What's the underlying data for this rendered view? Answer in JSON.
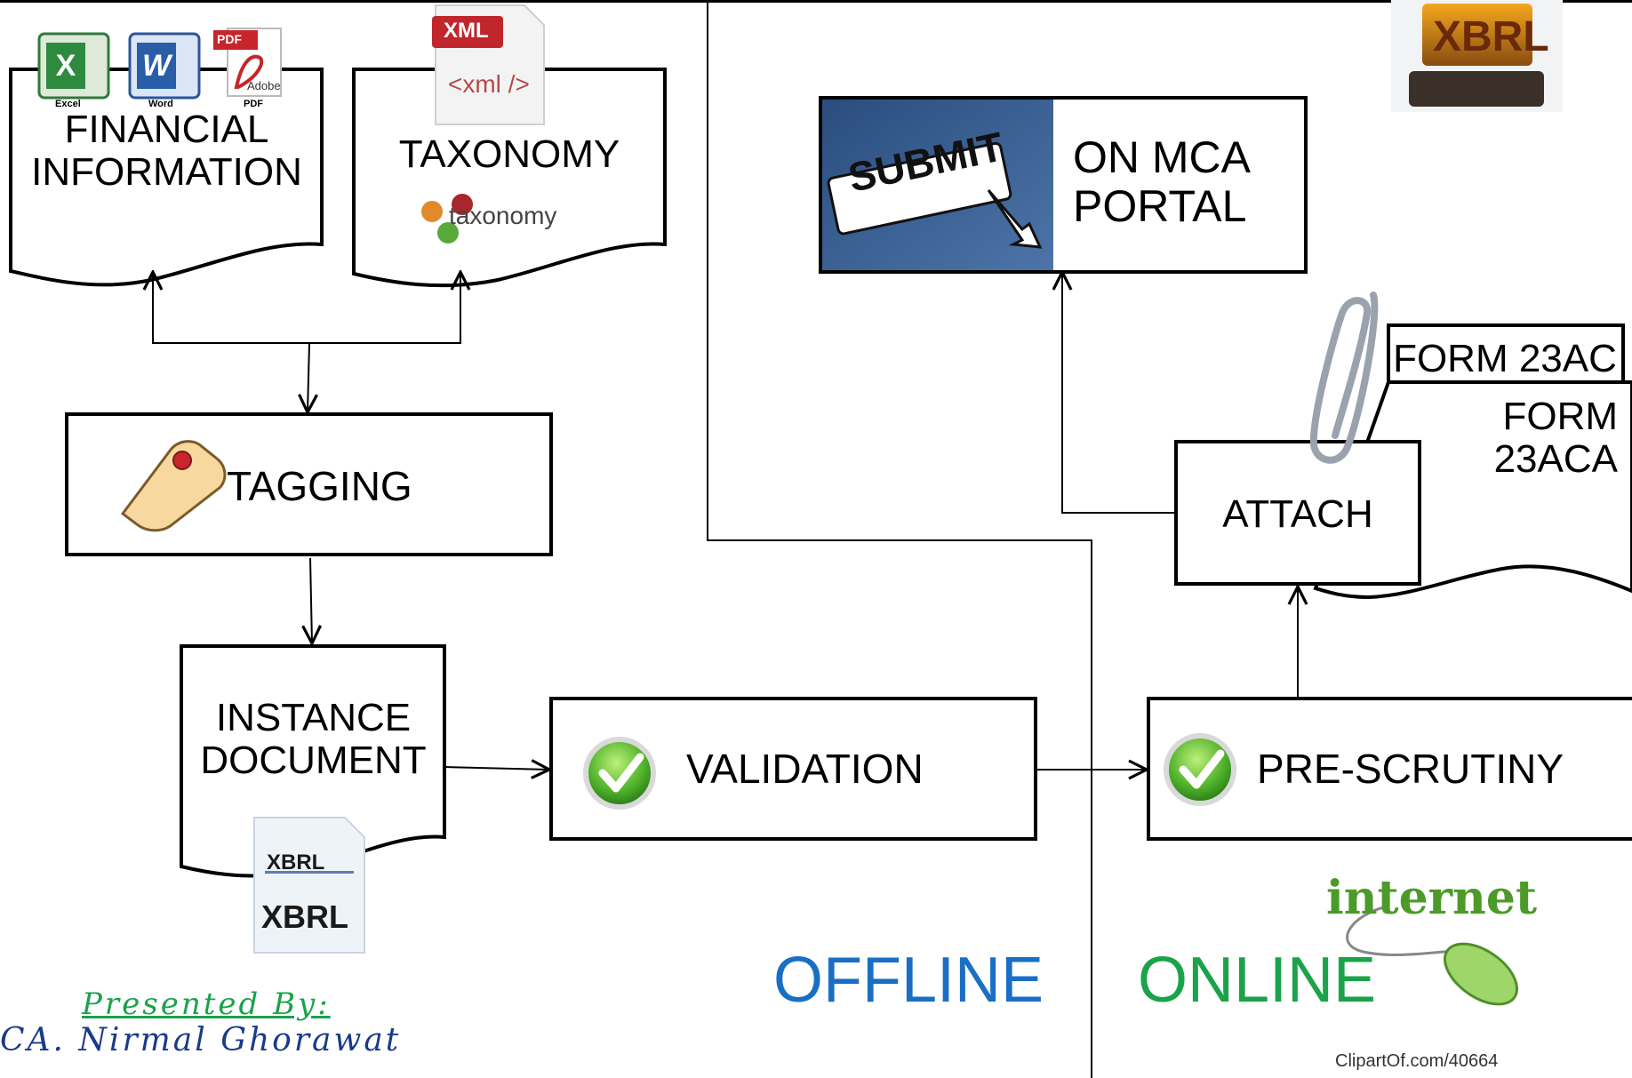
{
  "boxes": {
    "financial": "FINANCIAL\nINFORMATION",
    "taxonomy": "TAXONOMY",
    "tagging": "TAGGING",
    "instance": "INSTANCE\nDOCUMENT",
    "validation": "VALIDATION",
    "prescrutiny": "PRE-SCRUTINY",
    "attach": "ATTACH",
    "mca": "ON MCA\nPORTAL",
    "form23ac": "FORM 23AC",
    "form23aca": "FORM\n23ACA"
  },
  "icons": {
    "excel": "Excel",
    "word": "Word",
    "pdf": "PDF",
    "adobe": "Adobe",
    "xml_badge": "XML",
    "xml_tag": "<xml />",
    "taxonomy_logo": "taxonomy",
    "xbrl_doc_top": "XBRL",
    "xbrl_doc_bottom": "XBRL",
    "xbrl_stamp": "XBRL",
    "submit": "SUBMIT",
    "internet": "internet",
    "clipart_credit": "ClipartOf.com/40664"
  },
  "sections": {
    "offline": "OFFLINE",
    "online": "ONLINE"
  },
  "colors": {
    "offline": "#1a6fc4",
    "online": "#1aa34a"
  },
  "footer": {
    "presented_by": "Presented By:",
    "presenter": "CA. Nirmal Ghorawat"
  }
}
